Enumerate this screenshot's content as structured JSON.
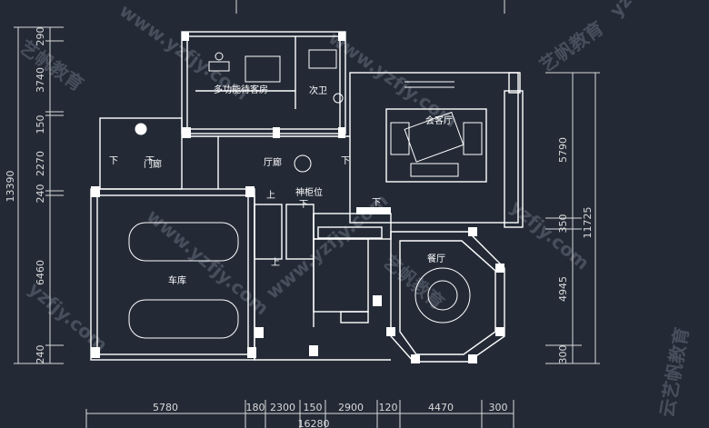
{
  "rooms": {
    "multi_room": "多功能待客房",
    "bath": "次卫",
    "living": "会客厅",
    "entry": "门廊",
    "hall": "厅廊",
    "shrine": "神柜位",
    "garage": "车库",
    "dining": "餐厅",
    "up1": "上",
    "up2": "上",
    "down1": "下",
    "down2": "下",
    "down3": "下",
    "down4": "下",
    "down5": "下"
  },
  "dims_left": [
    "290",
    "3740",
    "150",
    "2270",
    "240",
    "6460",
    "240"
  ],
  "dim_left_total": "13390",
  "dims_right": [
    "5790",
    "350",
    "4945",
    "300"
  ],
  "dim_right_total": "11725",
  "dims_bottom": [
    "5780",
    "180",
    "2300",
    "150",
    "2900",
    "120",
    "4470",
    "300"
  ],
  "dim_bottom_total": "16280",
  "watermarks": [
    "www.yzfjy.com",
    "艺帆教育",
    "yzfjy.com",
    "云艺帆教育"
  ],
  "colors": {
    "background": "#232a36",
    "wall": "#ffffff",
    "dim": "#d9d9d9"
  }
}
